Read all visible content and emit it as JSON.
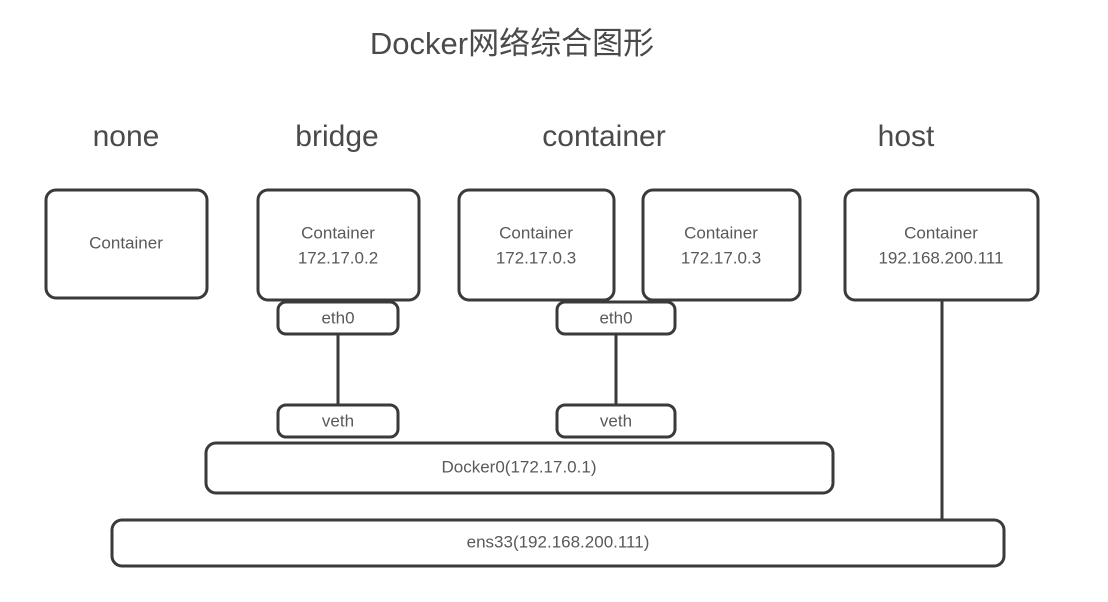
{
  "title": "Docker网络综合图形",
  "groups": [
    {
      "id": "none",
      "label": "none"
    },
    {
      "id": "bridge",
      "label": "bridge"
    },
    {
      "id": "container",
      "label": "container"
    },
    {
      "id": "host",
      "label": "host"
    }
  ],
  "containers": {
    "none": {
      "line1": "Container",
      "line2": ""
    },
    "bridge": {
      "line1": "Container",
      "line2": "172.17.0.2"
    },
    "container_left": {
      "line1": "Container",
      "line2": "172.17.0.3"
    },
    "container_right": {
      "line1": "Container",
      "line2": "172.17.0.3"
    },
    "host": {
      "line1": "Container",
      "line2": "192.168.200.111"
    }
  },
  "interfaces": {
    "bridge_eth0": "eth0",
    "bridge_veth": "veth",
    "container_eth0": "eth0",
    "container_veth": "veth"
  },
  "bars": {
    "docker0": "Docker0(172.17.0.1)",
    "ens33": "ens33(192.168.200.111)"
  },
  "colors": {
    "stroke": "#3a3a3a",
    "text": "#595959",
    "heading": "#4a4a4a",
    "background": "#ffffff"
  }
}
